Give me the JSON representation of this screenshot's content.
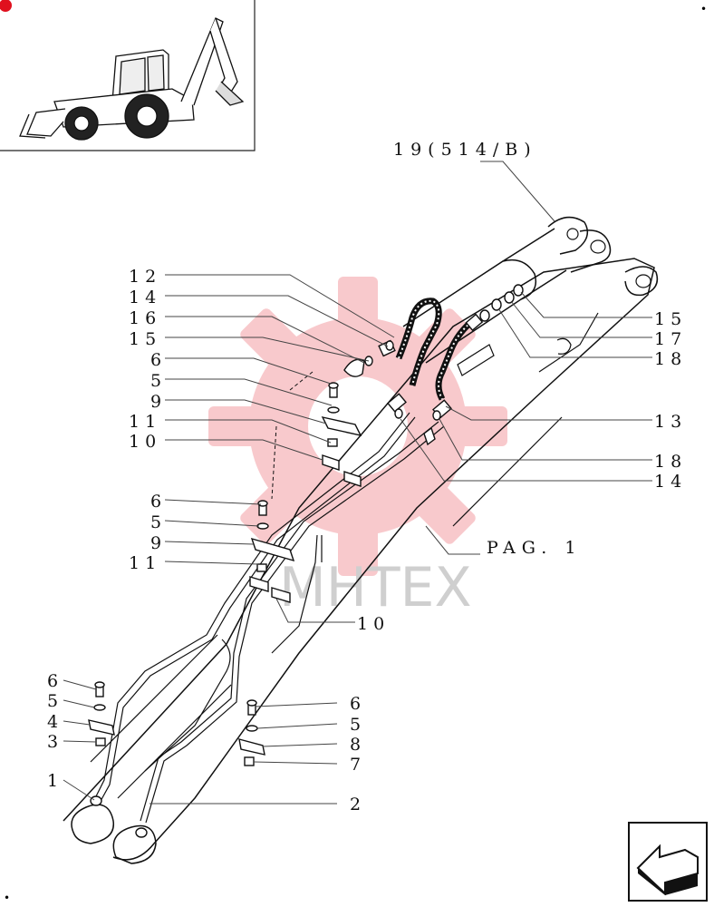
{
  "watermark": {
    "text": "MHTEX",
    "gear_color": "#e0101e"
  },
  "corner_marks": {
    "top_left_dot": "•",
    "top_right_dot": "•",
    "bottom_left_dot": "•"
  },
  "reference_labels": {
    "cylinder_ref": "19(514/B)",
    "page_ref": "PAG. 1"
  },
  "callouts_left": [
    {
      "id": "c12a",
      "text": "12"
    },
    {
      "id": "c14a",
      "text": "14"
    },
    {
      "id": "c16",
      "text": "16"
    },
    {
      "id": "c15a",
      "text": "15"
    },
    {
      "id": "c6a",
      "text": "6"
    },
    {
      "id": "c5a",
      "text": "5"
    },
    {
      "id": "c9a",
      "text": "9"
    },
    {
      "id": "c11a",
      "text": "11"
    },
    {
      "id": "c10a",
      "text": "10"
    },
    {
      "id": "c6b",
      "text": "6"
    },
    {
      "id": "c5b",
      "text": "5"
    },
    {
      "id": "c9b",
      "text": "9"
    },
    {
      "id": "c11b",
      "text": "11"
    },
    {
      "id": "c6c",
      "text": "6"
    },
    {
      "id": "c5c",
      "text": "5"
    },
    {
      "id": "c4",
      "text": "4"
    },
    {
      "id": "c3",
      "text": "3"
    },
    {
      "id": "c1",
      "text": "1"
    }
  ],
  "callouts_right": [
    {
      "id": "c15b",
      "text": "15"
    },
    {
      "id": "c17",
      "text": "17"
    },
    {
      "id": "c18a",
      "text": "18"
    },
    {
      "id": "c13",
      "text": "13"
    },
    {
      "id": "c18b",
      "text": "18"
    },
    {
      "id": "c14b",
      "text": "14"
    },
    {
      "id": "c10b",
      "text": "10"
    },
    {
      "id": "c6d",
      "text": "6"
    },
    {
      "id": "c5d",
      "text": "5"
    },
    {
      "id": "c8",
      "text": "8"
    },
    {
      "id": "c7",
      "text": "7"
    },
    {
      "id": "c2",
      "text": "2"
    }
  ],
  "nav": {
    "arrow_icon": "page-back-arrow-icon"
  }
}
